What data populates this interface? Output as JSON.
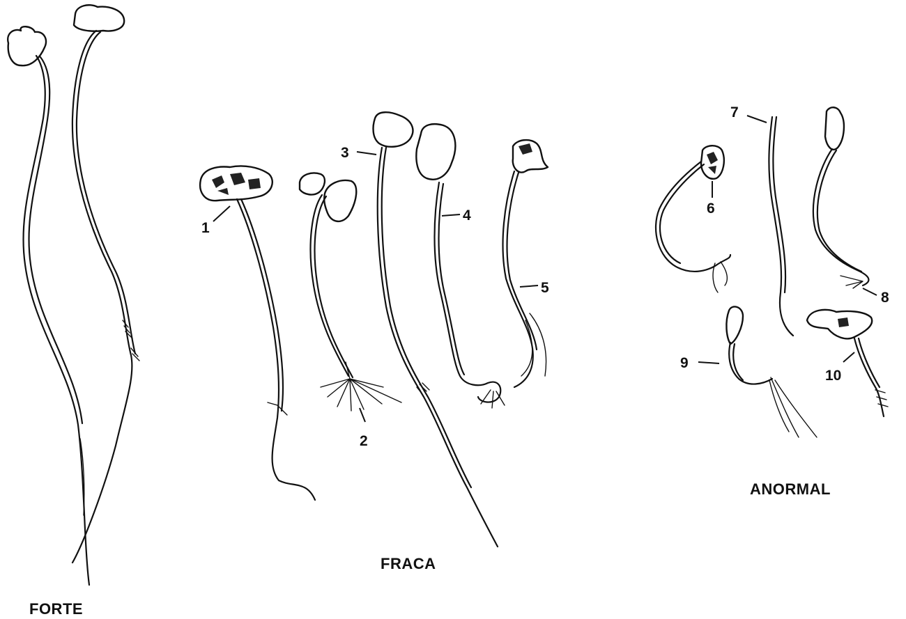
{
  "groups": {
    "forte": "FORTE",
    "fraca": "FRACA",
    "anormal": "ANORMAL"
  },
  "labels": [
    "1",
    "2",
    "3",
    "4",
    "5",
    "6",
    "7",
    "8",
    "9",
    "10"
  ]
}
